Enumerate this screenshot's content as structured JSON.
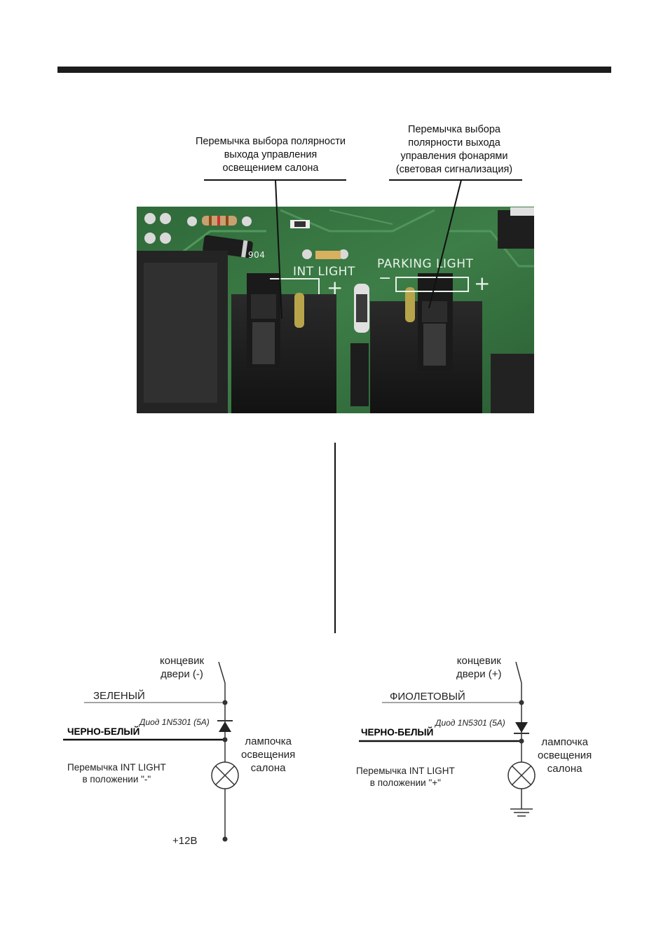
{
  "callouts": {
    "int_light": [
      "Перемычка выбора полярности",
      "выхода управления",
      "освещением салона"
    ],
    "parking_light": [
      "Перемычка выбора",
      "полярности выхода",
      "управления фонарями",
      "(световая сигнализация)"
    ]
  },
  "board_labels": {
    "int_light": "INT LIGHT",
    "parking_light": "PARKING LIGHT",
    "minus": "−",
    "plus": "+",
    "chip_code": "904"
  },
  "diagram_left": {
    "switch_label": [
      "концевик",
      "двери (-)"
    ],
    "wire_label": "ЗЕЛЕНЫЙ",
    "diode_label": "Диод 1N5301 (5A)",
    "bw_wire_label": "ЧЕРНО-БЕЛЫЙ",
    "lamp_label": [
      "лампочка",
      "освещения",
      "салона"
    ],
    "jumper_note": [
      "Перемычка INT LIGHT",
      "в положении \"-\""
    ],
    "supply_label": "+12В"
  },
  "diagram_right": {
    "switch_label": [
      "концевик",
      "двери (+)"
    ],
    "wire_label": "ФИОЛЕТОВЫЙ",
    "diode_label": "Диод 1N5301 (5A)",
    "bw_wire_label": "ЧЕРНО-БЕЛЫЙ",
    "lamp_label": [
      "лампочка",
      "освещения",
      "салона"
    ],
    "jumper_note": [
      "Перемычка INT LIGHT",
      "в положении \"+\""
    ]
  }
}
